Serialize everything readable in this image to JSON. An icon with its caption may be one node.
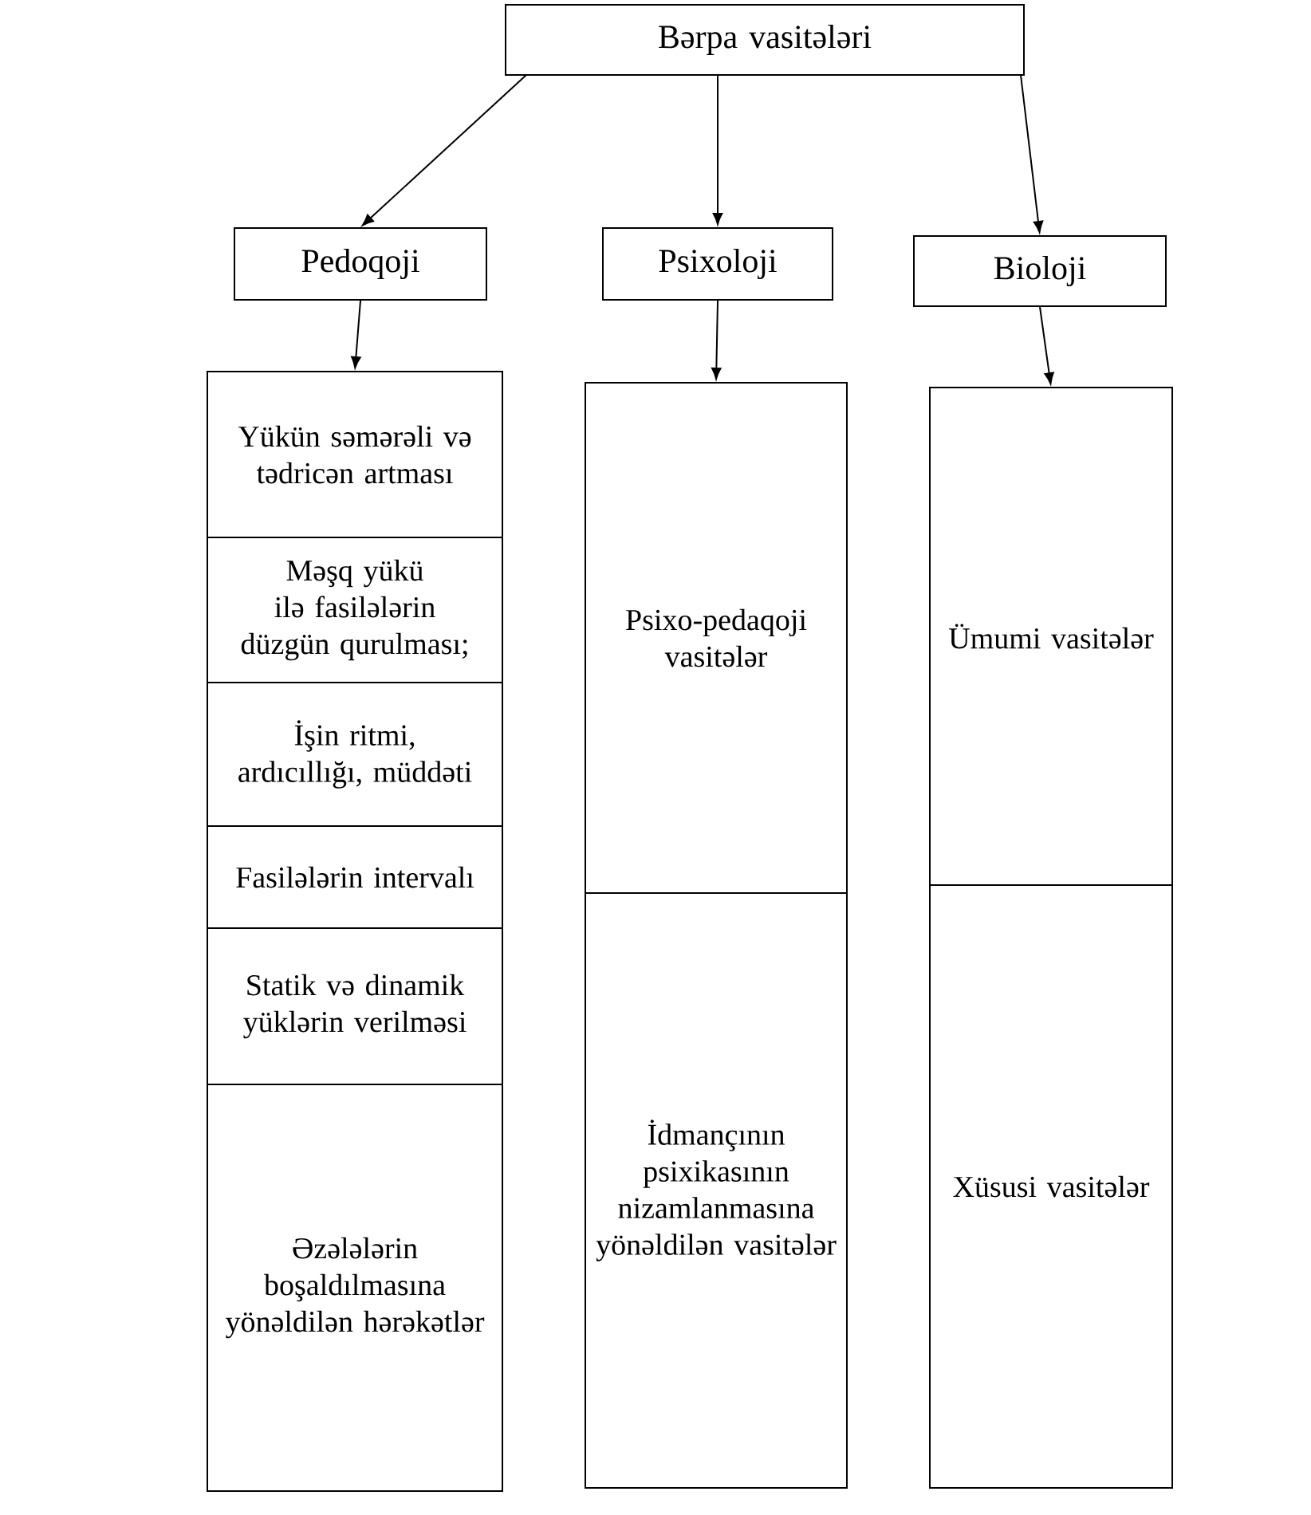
{
  "diagram": {
    "nodes": [
      {
        "text": [
          "Bərpa vasitələri"
        ]
      },
      {
        "text": [
          "Pedoqoji"
        ]
      },
      {
        "text": [
          "Psixoloji"
        ]
      },
      {
        "text": [
          "Bioloji"
        ]
      },
      {
        "text": [],
        "shape": "box"
      },
      {
        "text": [
          "Yükün səmərəli və tədricən artması"
        ],
        "in": 4
      },
      {
        "text": [
          "Məşq yükü ilə fasilələrin düzgün qurulması;"
        ],
        "in": 4
      },
      {
        "text": [
          "İşin ritmi, ardıcıllığı, müddəti"
        ],
        "in": 4
      },
      {
        "text": [
          "Fasilələrin intervalı"
        ],
        "in": 4
      },
      {
        "text": [
          "Statik və dinamik yüklərin verilməsi"
        ],
        "in": 4
      },
      {
        "text": [
          "Əzələlərin boşaldılmasına yönəldilən hərəkətlər"
        ],
        "in": 4
      },
      {
        "text": [],
        "shape": "box"
      },
      {
        "text": [
          "Psixo-pedaqoji vasitələr"
        ],
        "in": 11
      },
      {
        "text": [
          "İdmançının psixikasının nizamlanmasına yönəldilən vasitələr"
        ],
        "in": 11
      },
      {
        "text": [],
        "shape": "box"
      },
      {
        "text": [
          "Ümumi vasitələr"
        ],
        "in": 14
      },
      {
        "text": [
          "Xüsusi vasitələr"
        ],
        "in": 14
      }
    ],
    "edges": [
      {
        "from": 0,
        "to": 1,
        "arrow": "to"
      },
      {
        "from": 0,
        "to": 2,
        "arrow": "to"
      },
      {
        "from": 0,
        "to": 3,
        "arrow": "to"
      },
      {
        "from": 1,
        "to": 4,
        "arrow": "to"
      },
      {
        "from": 2,
        "to": 11,
        "arrow": "to"
      },
      {
        "from": 3,
        "to": 14,
        "arrow": "to"
      }
    ]
  }
}
